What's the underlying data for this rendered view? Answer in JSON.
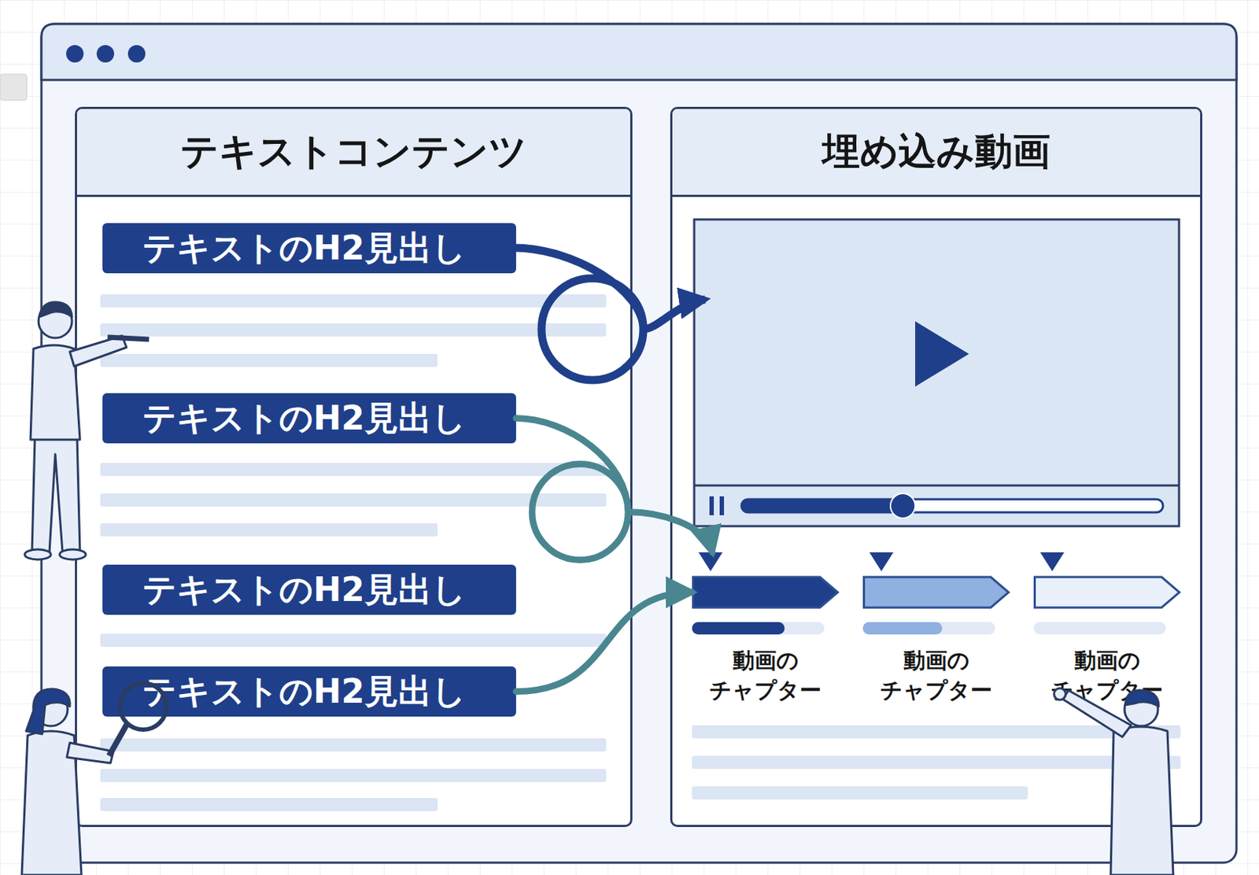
{
  "diagram": {
    "nodes": [
      {
        "text": [
          "テキストコンテンツ"
        ]
      },
      {
        "text": [
          "テキストのH2見出し"
        ],
        "in": 0
      },
      {
        "text": [
          "テキストのH2見出し"
        ],
        "in": 0
      },
      {
        "text": [
          "テキストのH2見出し"
        ],
        "in": 0
      },
      {
        "text": [
          "テキストのH2見出し"
        ],
        "in": 0
      },
      {
        "text": [
          "埋め込み動画"
        ]
      },
      {
        "text": [
          "動画の チャプター"
        ],
        "in": 5
      },
      {
        "text": [
          "動画の チャプター"
        ],
        "in": 5
      },
      {
        "text": [
          "動画の チャプター"
        ],
        "in": 5
      }
    ],
    "edges": [
      {
        "from": 2,
        "to": 6,
        "arrow": "to"
      },
      {
        "from": 4,
        "to": 6,
        "arrow": "to"
      }
    ]
  }
}
